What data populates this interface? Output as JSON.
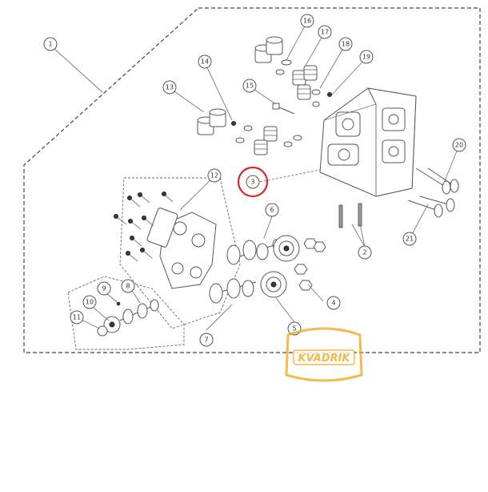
{
  "diagram": {
    "callouts": [
      {
        "id": "callout-1",
        "label": "1"
      },
      {
        "id": "callout-2",
        "label": "2"
      },
      {
        "id": "callout-3",
        "label": "3"
      },
      {
        "id": "callout-4",
        "label": "4"
      },
      {
        "id": "callout-5",
        "label": "5"
      },
      {
        "id": "callout-6",
        "label": "6"
      },
      {
        "id": "callout-7",
        "label": "7"
      },
      {
        "id": "callout-8",
        "label": "8"
      },
      {
        "id": "callout-9",
        "label": "9"
      },
      {
        "id": "callout-10",
        "label": "10"
      },
      {
        "id": "callout-11",
        "label": "11"
      },
      {
        "id": "callout-12",
        "label": "12"
      },
      {
        "id": "callout-13",
        "label": "13"
      },
      {
        "id": "callout-14",
        "label": "14"
      },
      {
        "id": "callout-15",
        "label": "15"
      },
      {
        "id": "callout-16",
        "label": "16"
      },
      {
        "id": "callout-17",
        "label": "17"
      },
      {
        "id": "callout-18",
        "label": "18"
      },
      {
        "id": "callout-19",
        "label": "19"
      },
      {
        "id": "callout-20",
        "label": "20"
      },
      {
        "id": "callout-21",
        "label": "21"
      }
    ],
    "highlighted_callout": "3",
    "highlight_color": "#d62828"
  },
  "watermark": {
    "brand": "KVADRIK",
    "color": "#f2a91e"
  }
}
